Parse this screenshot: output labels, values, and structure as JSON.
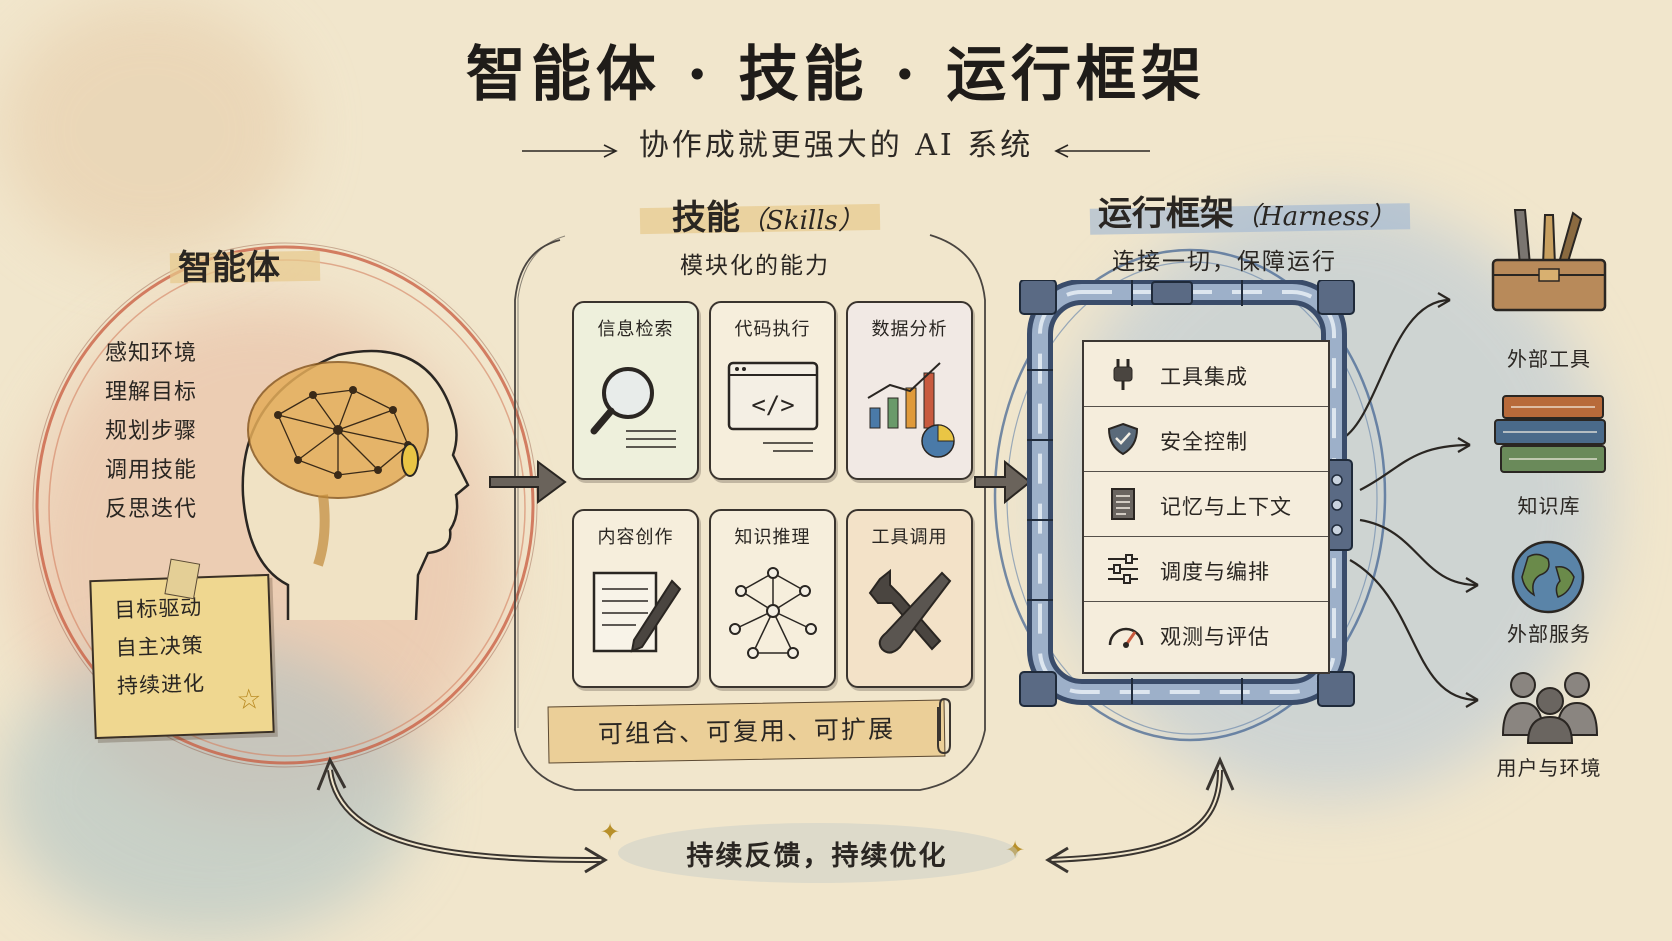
{
  "title": "智能体 · 技能 · 运行框架",
  "subtitle": "协作成就更强大的 AI 系统",
  "agent": {
    "title": "智能体",
    "abilities": [
      "感知环境",
      "理解目标",
      "规划步骤",
      "调用技能",
      "反思迭代"
    ],
    "traits": [
      "目标驱动",
      "自主决策",
      "持续进化"
    ]
  },
  "skills": {
    "title": "技能",
    "title_en": "（Skills）",
    "subtitle": "模块化的能力",
    "cards": [
      {
        "label": "信息检索",
        "icon": "magnifier-icon"
      },
      {
        "label": "代码执行",
        "icon": "code-window-icon"
      },
      {
        "label": "数据分析",
        "icon": "chart-icon"
      },
      {
        "label": "内容创作",
        "icon": "pen-paper-icon"
      },
      {
        "label": "知识推理",
        "icon": "network-icon"
      },
      {
        "label": "工具调用",
        "icon": "tools-icon"
      }
    ],
    "banner": "可组合、可复用、可扩展"
  },
  "harness": {
    "title": "运行框架",
    "title_en": "（Harness）",
    "subtitle": "连接一切，保障运行",
    "modules": [
      {
        "label": "工具集成",
        "icon": "plug-icon"
      },
      {
        "label": "安全控制",
        "icon": "shield-icon"
      },
      {
        "label": "记忆与上下文",
        "icon": "document-icon"
      },
      {
        "label": "调度与编排",
        "icon": "sliders-icon"
      },
      {
        "label": "观测与评估",
        "icon": "gauge-icon"
      }
    ]
  },
  "external": [
    {
      "label": "外部工具",
      "icon": "toolbox-icon"
    },
    {
      "label": "知识库",
      "icon": "books-icon"
    },
    {
      "label": "外部服务",
      "icon": "globe-icon"
    },
    {
      "label": "用户与环境",
      "icon": "users-icon"
    }
  ],
  "feedback": "持续反馈，持续优化",
  "colors": {
    "paper": "#f1e6cc",
    "agent_wash": "#e9b6a0",
    "skills_highlight": "#e7c98c",
    "harness_wash": "#9fb6d2",
    "ink": "#2a2622"
  }
}
